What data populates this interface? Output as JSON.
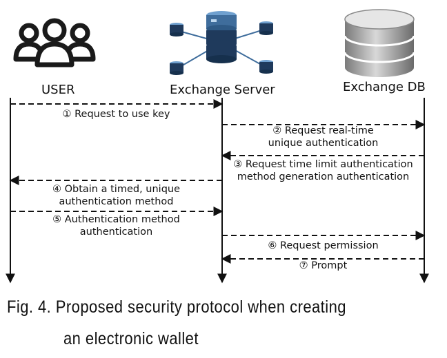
{
  "actors": {
    "user": {
      "label": "USER",
      "icon": "users-group-icon"
    },
    "server": {
      "label": "Exchange Server",
      "icon": "server-cluster-icon"
    },
    "db": {
      "label": "Exchange DB",
      "icon": "database-icon"
    }
  },
  "messages": [
    {
      "step": "①",
      "text": "Request to use key",
      "from": "user",
      "to": "server"
    },
    {
      "step": "②",
      "text": "Request real-time",
      "text2": "unique authentication",
      "from": "server",
      "to": "db"
    },
    {
      "step": "③",
      "text": "Request time limit authentication",
      "text2": "method generation authentication",
      "from": "db",
      "to": "server"
    },
    {
      "step": "④",
      "text": "Obtain a timed, unique",
      "text2": "authentication method",
      "from": "server",
      "to": "user"
    },
    {
      "step": "⑤",
      "text": "Authentication method",
      "text2": "authentication",
      "from": "user",
      "to": "server"
    },
    {
      "step": "⑥",
      "text": "Request permission",
      "from": "server",
      "to": "db"
    },
    {
      "step": "⑦",
      "text": "Prompt",
      "from": "db",
      "to": "server"
    }
  ],
  "caption": {
    "line1": "Fig. 4. Proposed security protocol when creating",
    "line2": "an electronic wallet"
  },
  "colors": {
    "line": "#111111",
    "icon_dark": "#1f3a5c",
    "icon_mid": "#3f6d9c",
    "icon_light": "#6fa0cf",
    "db_gray": "#9a9a9a"
  }
}
